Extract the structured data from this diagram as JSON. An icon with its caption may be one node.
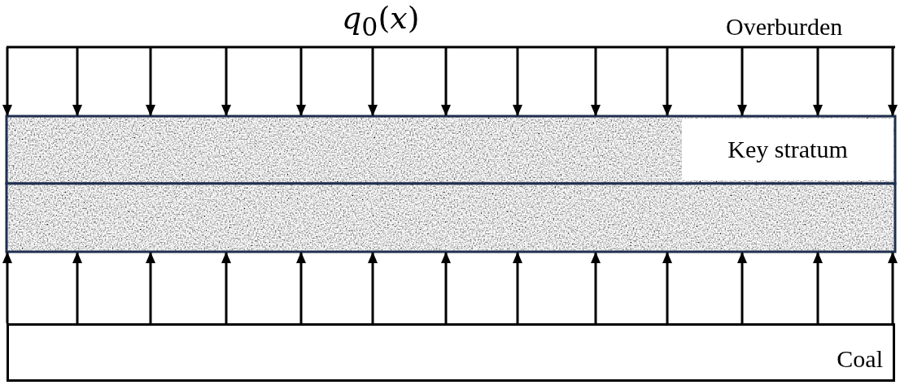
{
  "diagram": {
    "nodes": [
      {
        "text": [
          "Key stratum"
        ]
      },
      {
        "text": [
          "Coal"
        ]
      }
    ],
    "labels": [
      "*q*$_{0}$(*x*)",
      "Overburden"
    ]
  }
}
